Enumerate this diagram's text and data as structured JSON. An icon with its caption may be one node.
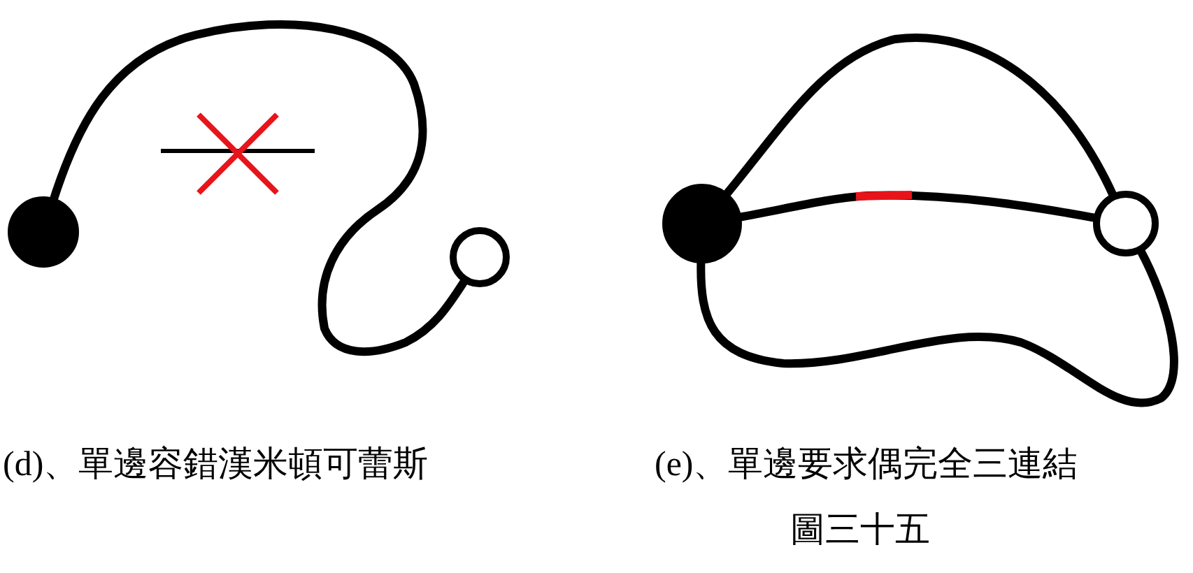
{
  "diagram": {
    "caption": "圖三十五",
    "nodes": [
      {
        "text": [],
        "shape": "circle"
      },
      {
        "text": [],
        "shape": "circle"
      },
      {
        "text": [],
        "shape": "circle"
      },
      {
        "text": [],
        "shape": "circle"
      }
    ],
    "edges": [
      {
        "from": 0,
        "to": 1,
        "arrow": "none"
      },
      {
        "from": 2,
        "to": 3,
        "arrow": "none"
      },
      {
        "from": 2,
        "to": 3,
        "arrow": "none"
      },
      {
        "from": 2,
        "to": 3,
        "arrow": "none"
      }
    ],
    "labels": [
      "(d)、單邊容錯漢米頓可蕾斯",
      "(e)、單邊要求偶完全三連結"
    ]
  }
}
